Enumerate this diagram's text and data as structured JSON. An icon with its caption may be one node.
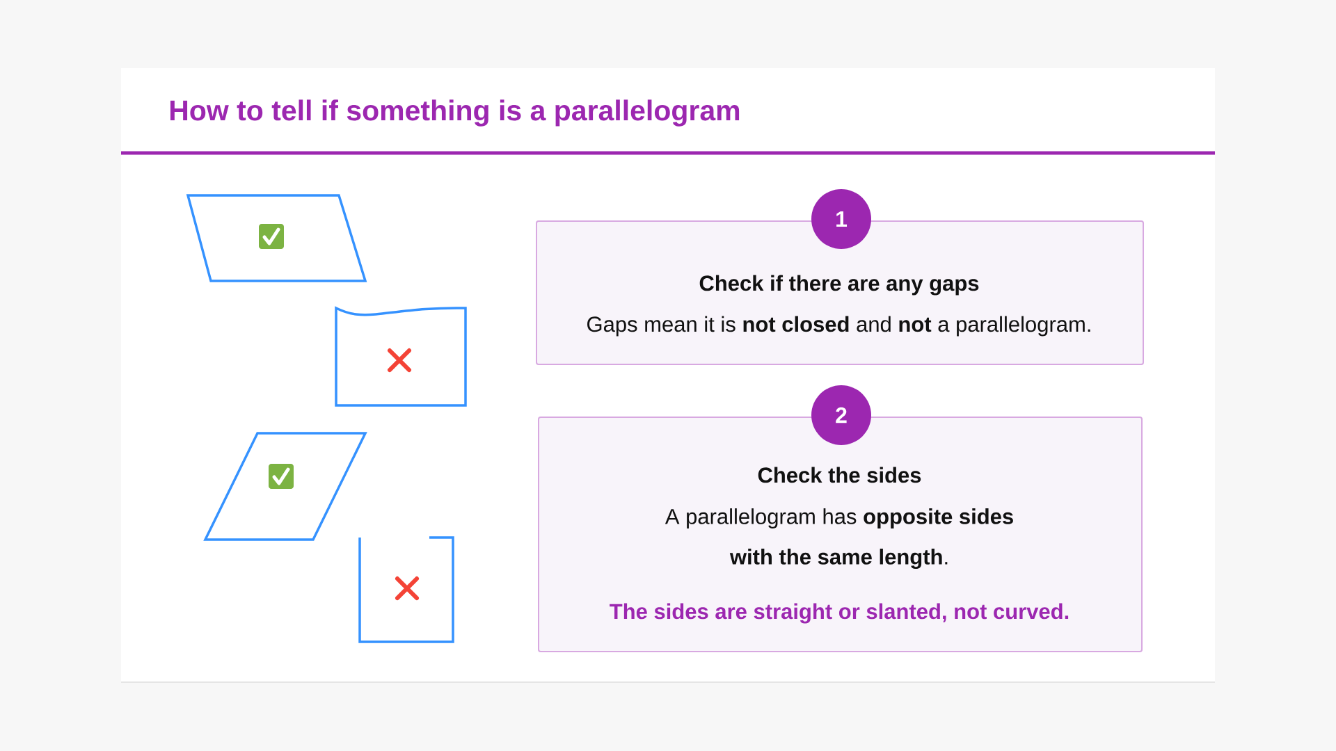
{
  "diagram": {
    "title": "How to tell if something is a parallelogram",
    "nodes": [
      {
        "text": [
          "1"
        ]
      },
      {
        "text": [
          "Check if there are any gaps",
          "Gaps mean it is **not closed** and **not** a parallelogram."
        ]
      },
      {
        "text": [
          "2"
        ]
      },
      {
        "text": [
          "Check the sides",
          "A parallelogram has **opposite sides with the same length**.",
          "The sides are straight or slanted, not curved."
        ]
      }
    ]
  }
}
